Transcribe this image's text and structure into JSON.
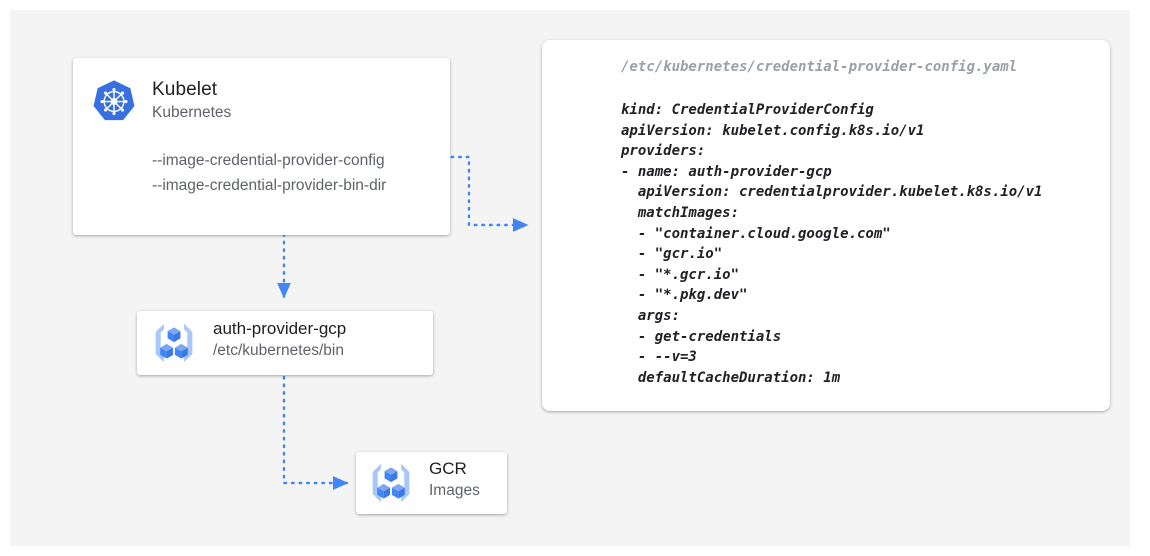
{
  "canvas": {
    "background": "#f4f4f4",
    "page_background": "#ffffff"
  },
  "colors": {
    "accent_blue": "#4285f4",
    "icon_blue_dark": "#4285f4",
    "icon_blue_light": "#a8c7fa",
    "text_primary": "#202124",
    "text_secondary": "#5f6368",
    "text_muted": "#9aa0a6",
    "card_white": "#ffffff"
  },
  "kubelet_card": {
    "icon": "kubernetes-helm-icon",
    "title": "Kubelet",
    "subtitle": "Kubernetes",
    "flags": [
      "--image-credential-provider-config",
      "--image-credential-provider-bin-dir"
    ]
  },
  "auth_provider_card": {
    "icon": "gcr-container-registry-icon",
    "title": "auth-provider-gcp",
    "subtitle": "/etc/kubernetes/bin"
  },
  "gcr_card": {
    "icon": "gcr-container-registry-icon",
    "title": "GCR",
    "subtitle": "Images"
  },
  "yaml_card": {
    "path": "/etc/kubernetes/credential-provider-config.yaml",
    "lines": [
      "kind: CredentialProviderConfig",
      "apiVersion: kubelet.config.k8s.io/v1",
      "providers:",
      "- name: auth-provider-gcp",
      "  apiVersion: credentialprovider.kubelet.k8s.io/v1",
      "  matchImages:",
      "  - \"container.cloud.google.com\"",
      "  - \"gcr.io\"",
      "  - \"*.gcr.io\"",
      "  - \"*.pkg.dev\"",
      "  args:",
      "  - get-credentials",
      "  - --v=3",
      "  defaultCacheDuration: 1m"
    ]
  },
  "connectors": [
    {
      "name": "kubelet-config-to-yaml",
      "from": "kubelet-card",
      "to": "yaml-card",
      "style": "dotted",
      "arrowhead": true
    },
    {
      "name": "kubelet-to-auth-provider",
      "from": "kubelet-card",
      "to": "auth-provider-card",
      "style": "dotted",
      "arrowhead": true
    },
    {
      "name": "auth-provider-to-gcr",
      "from": "auth-provider-card",
      "to": "gcr-card",
      "style": "dotted",
      "arrowhead": true
    }
  ]
}
